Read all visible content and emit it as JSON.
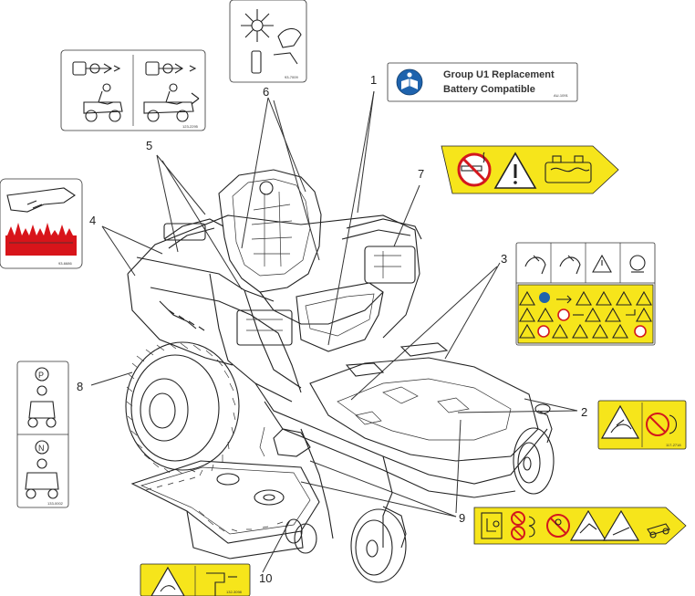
{
  "callouts": {
    "c1": "1",
    "c2": "2",
    "c3": "3",
    "c4": "4",
    "c5": "5",
    "c6": "6",
    "c7": "7",
    "c8": "8",
    "c9": "9",
    "c10": "10"
  },
  "battery_decal": {
    "line1": "Group U1 Replacement",
    "line2": "Battery Compatible"
  },
  "part_numbers": {
    "speed_decal": "123-2295",
    "battery_decal": "AU-1091",
    "fan_decal": "93-7009",
    "hand_decal": "93-6686",
    "park_decal": "133-0002",
    "ignition_decal": "132-3098",
    "blade_decal": "117-2718"
  },
  "colors": {
    "decal_yellow": "#f6e51b",
    "prohibition_red": "#d3171d",
    "info_blue": "#1e63ad",
    "hazard_red": "#d8141a"
  },
  "icons": [
    "fan-blade-hazard-icon",
    "book-info-icon",
    "no-smoking-icon",
    "warning-triangle-icon",
    "battery-icon",
    "hand-cut-hazard-icon",
    "rabbit-fast-icon",
    "turtle-slow-icon",
    "mower-operator-icon",
    "parking-brake-icon",
    "neutral-lock-icon",
    "blade-hazard-icon",
    "rollover-hazard-icon",
    "ignition-key-icon"
  ]
}
